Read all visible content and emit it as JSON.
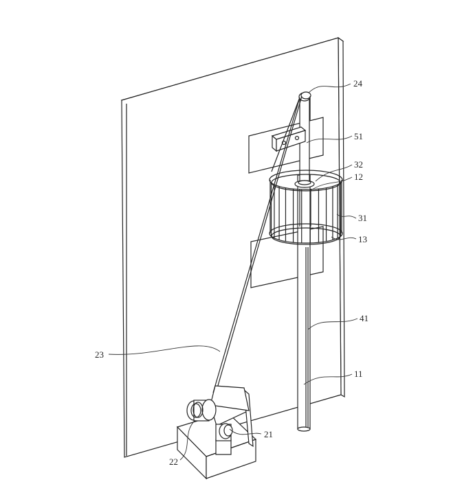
{
  "figure": {
    "labels": {
      "l24": "24",
      "l51": "51",
      "l32": "32",
      "l12": "12",
      "l31": "31",
      "l13": "13",
      "l41": "41",
      "l23": "23",
      "l11": "11",
      "l21": "21",
      "l22": "22"
    }
  }
}
